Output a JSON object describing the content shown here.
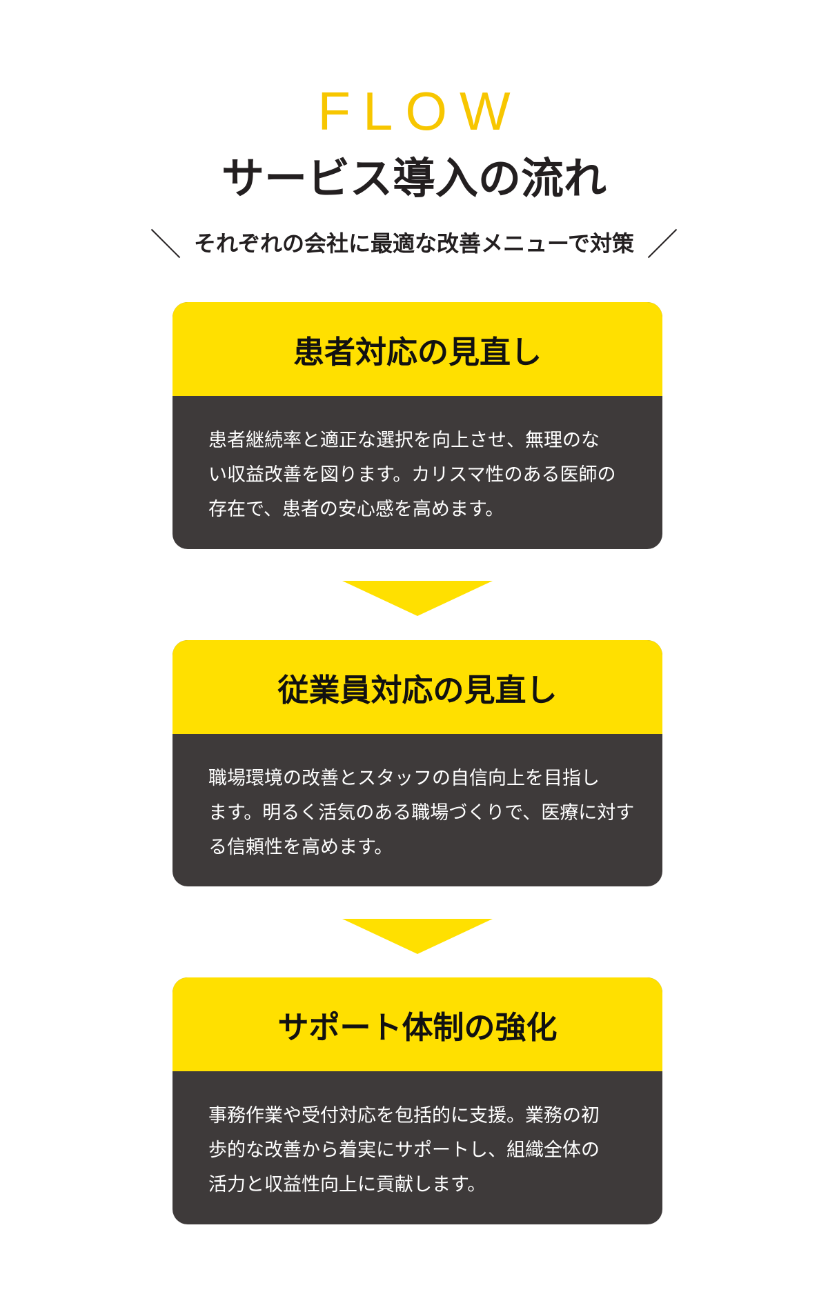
{
  "header": {
    "eyebrow": "FLOW",
    "title": "サービス導入の流れ",
    "subtitle": "それぞれの会社に最適な改善メニューで対策"
  },
  "colors": {
    "accent": "#ffe000",
    "eyebrow": "#f7c600",
    "card_body": "#3e3a3a",
    "text": "#231f20"
  },
  "steps": [
    {
      "title": "患者対応の見直し",
      "lines": [
        "患者継続率と適正な選択を向上させ、無理のな",
        "い収益改善を図ります。カリスマ性のある医師の",
        "存在で、患者の安心感を高めます。"
      ]
    },
    {
      "title": "従業員対応の見直し",
      "lines": [
        "職場環境の改善とスタッフの自信向上を目指し",
        "ます。明るく活気のある職場づくりで、医療に対す",
        "る信頼性を高めます。"
      ]
    },
    {
      "title": "サポート体制の強化",
      "lines": [
        "事務作業や受付対応を包括的に支援。業務の初",
        "歩的な改善から着実にサポートし、組織全体の",
        "活力と収益性向上に貢献します。"
      ]
    }
  ]
}
